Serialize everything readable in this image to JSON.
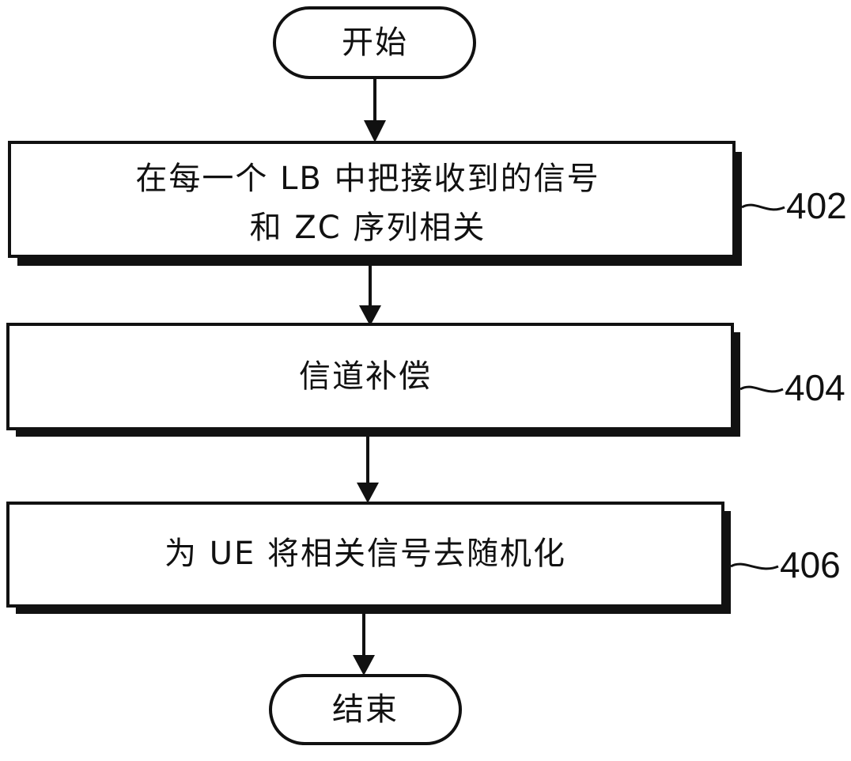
{
  "flowchart": {
    "start": {
      "label": "开始"
    },
    "steps": [
      {
        "line1": "在每一个 LB 中把接收到的信号",
        "line2": "和 ZC 序列相关",
        "ref": "402"
      },
      {
        "line1": "信道补偿",
        "ref": "404"
      },
      {
        "line1": "为 UE 将相关信号去随机化",
        "ref": "406"
      }
    ],
    "end": {
      "label": "结束"
    }
  }
}
